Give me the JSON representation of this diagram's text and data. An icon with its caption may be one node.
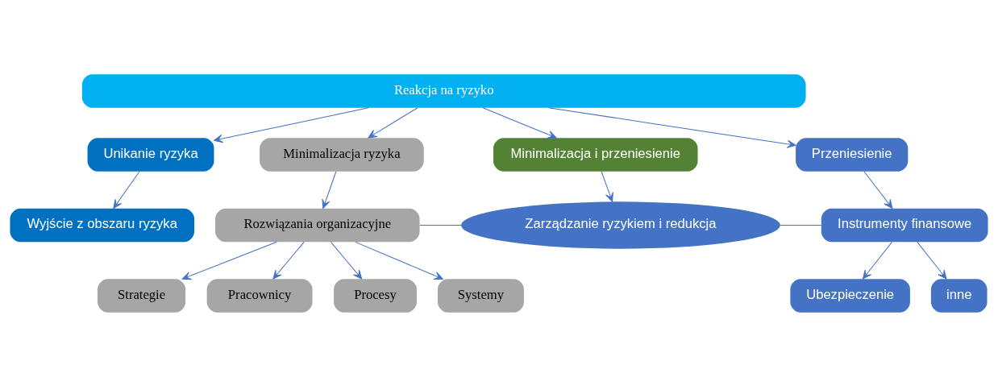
{
  "diagram": {
    "nodes": [
      {
        "text": [
          "Reakcja na ryzyko"
        ]
      },
      {
        "text": [
          "Unikanie ryzyka"
        ]
      },
      {
        "text": [
          "Minimalizacja ryzyka"
        ]
      },
      {
        "text": [
          "Minimalizacja i przeniesienie"
        ]
      },
      {
        "text": [
          "Przeniesienie"
        ]
      },
      {
        "text": [
          "Wyjście z obszaru ryzyka"
        ]
      },
      {
        "text": [
          "Rozwiązania organizacyjne"
        ]
      },
      {
        "text": [
          "Zarządzanie ryzykiem i redukcja"
        ]
      },
      {
        "text": [
          "Instrumenty finansowe"
        ]
      },
      {
        "text": [
          "Strategie"
        ]
      },
      {
        "text": [
          "Pracownicy"
        ]
      },
      {
        "text": [
          "Procesy"
        ]
      },
      {
        "text": [
          "Systemy"
        ]
      },
      {
        "text": [
          "Ubezpieczenie"
        ]
      },
      {
        "text": [
          "inne"
        ]
      }
    ],
    "edges": [
      {
        "from": 0,
        "to": 1,
        "arrow": "to"
      },
      {
        "from": 0,
        "to": 2,
        "arrow": "to"
      },
      {
        "from": 0,
        "to": 3,
        "arrow": "to"
      },
      {
        "from": 0,
        "to": 4,
        "arrow": "to"
      },
      {
        "from": 1,
        "to": 5,
        "arrow": "to"
      },
      {
        "from": 2,
        "to": 6,
        "arrow": "to"
      },
      {
        "from": 3,
        "to": 7,
        "arrow": "to"
      },
      {
        "from": 4,
        "to": 8,
        "arrow": "to"
      },
      {
        "from": 6,
        "to": 7,
        "arrow": "none"
      },
      {
        "from": 7,
        "to": 8,
        "arrow": "none"
      },
      {
        "from": 6,
        "to": 9,
        "arrow": "to"
      },
      {
        "from": 6,
        "to": 10,
        "arrow": "to"
      },
      {
        "from": 6,
        "to": 11,
        "arrow": "to"
      },
      {
        "from": 6,
        "to": 12,
        "arrow": "to"
      },
      {
        "from": 8,
        "to": 13,
        "arrow": "to"
      },
      {
        "from": 8,
        "to": 14,
        "arrow": "to"
      }
    ]
  }
}
